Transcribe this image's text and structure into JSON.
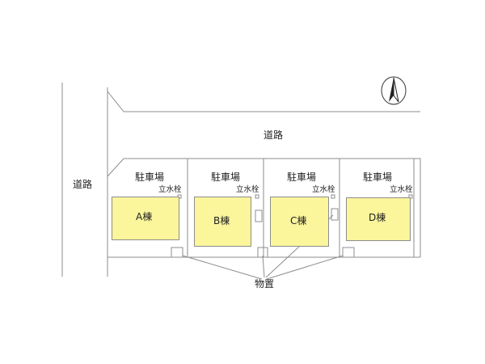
{
  "roads": {
    "north_label": "道路",
    "west_label": "道路"
  },
  "lots": [
    {
      "parking_label": "駐車場",
      "building_label": "A棟",
      "hydrant_label": ""
    },
    {
      "parking_label": "駐車場",
      "building_label": "B棟",
      "hydrant_label": "立水栓"
    },
    {
      "parking_label": "駐車場",
      "building_label": "C棟",
      "hydrant_label": "立水栓"
    },
    {
      "parking_label": "駐車場",
      "building_label": "D棟",
      "hydrant_label": "立水栓"
    }
  ],
  "first_hydrant_label": "立水栓",
  "storage_label": "物置",
  "compass": {
    "icon": "north-arrow-icon"
  },
  "colors": {
    "building_fill": "#fbf59c",
    "line": "#8d8d8d"
  }
}
